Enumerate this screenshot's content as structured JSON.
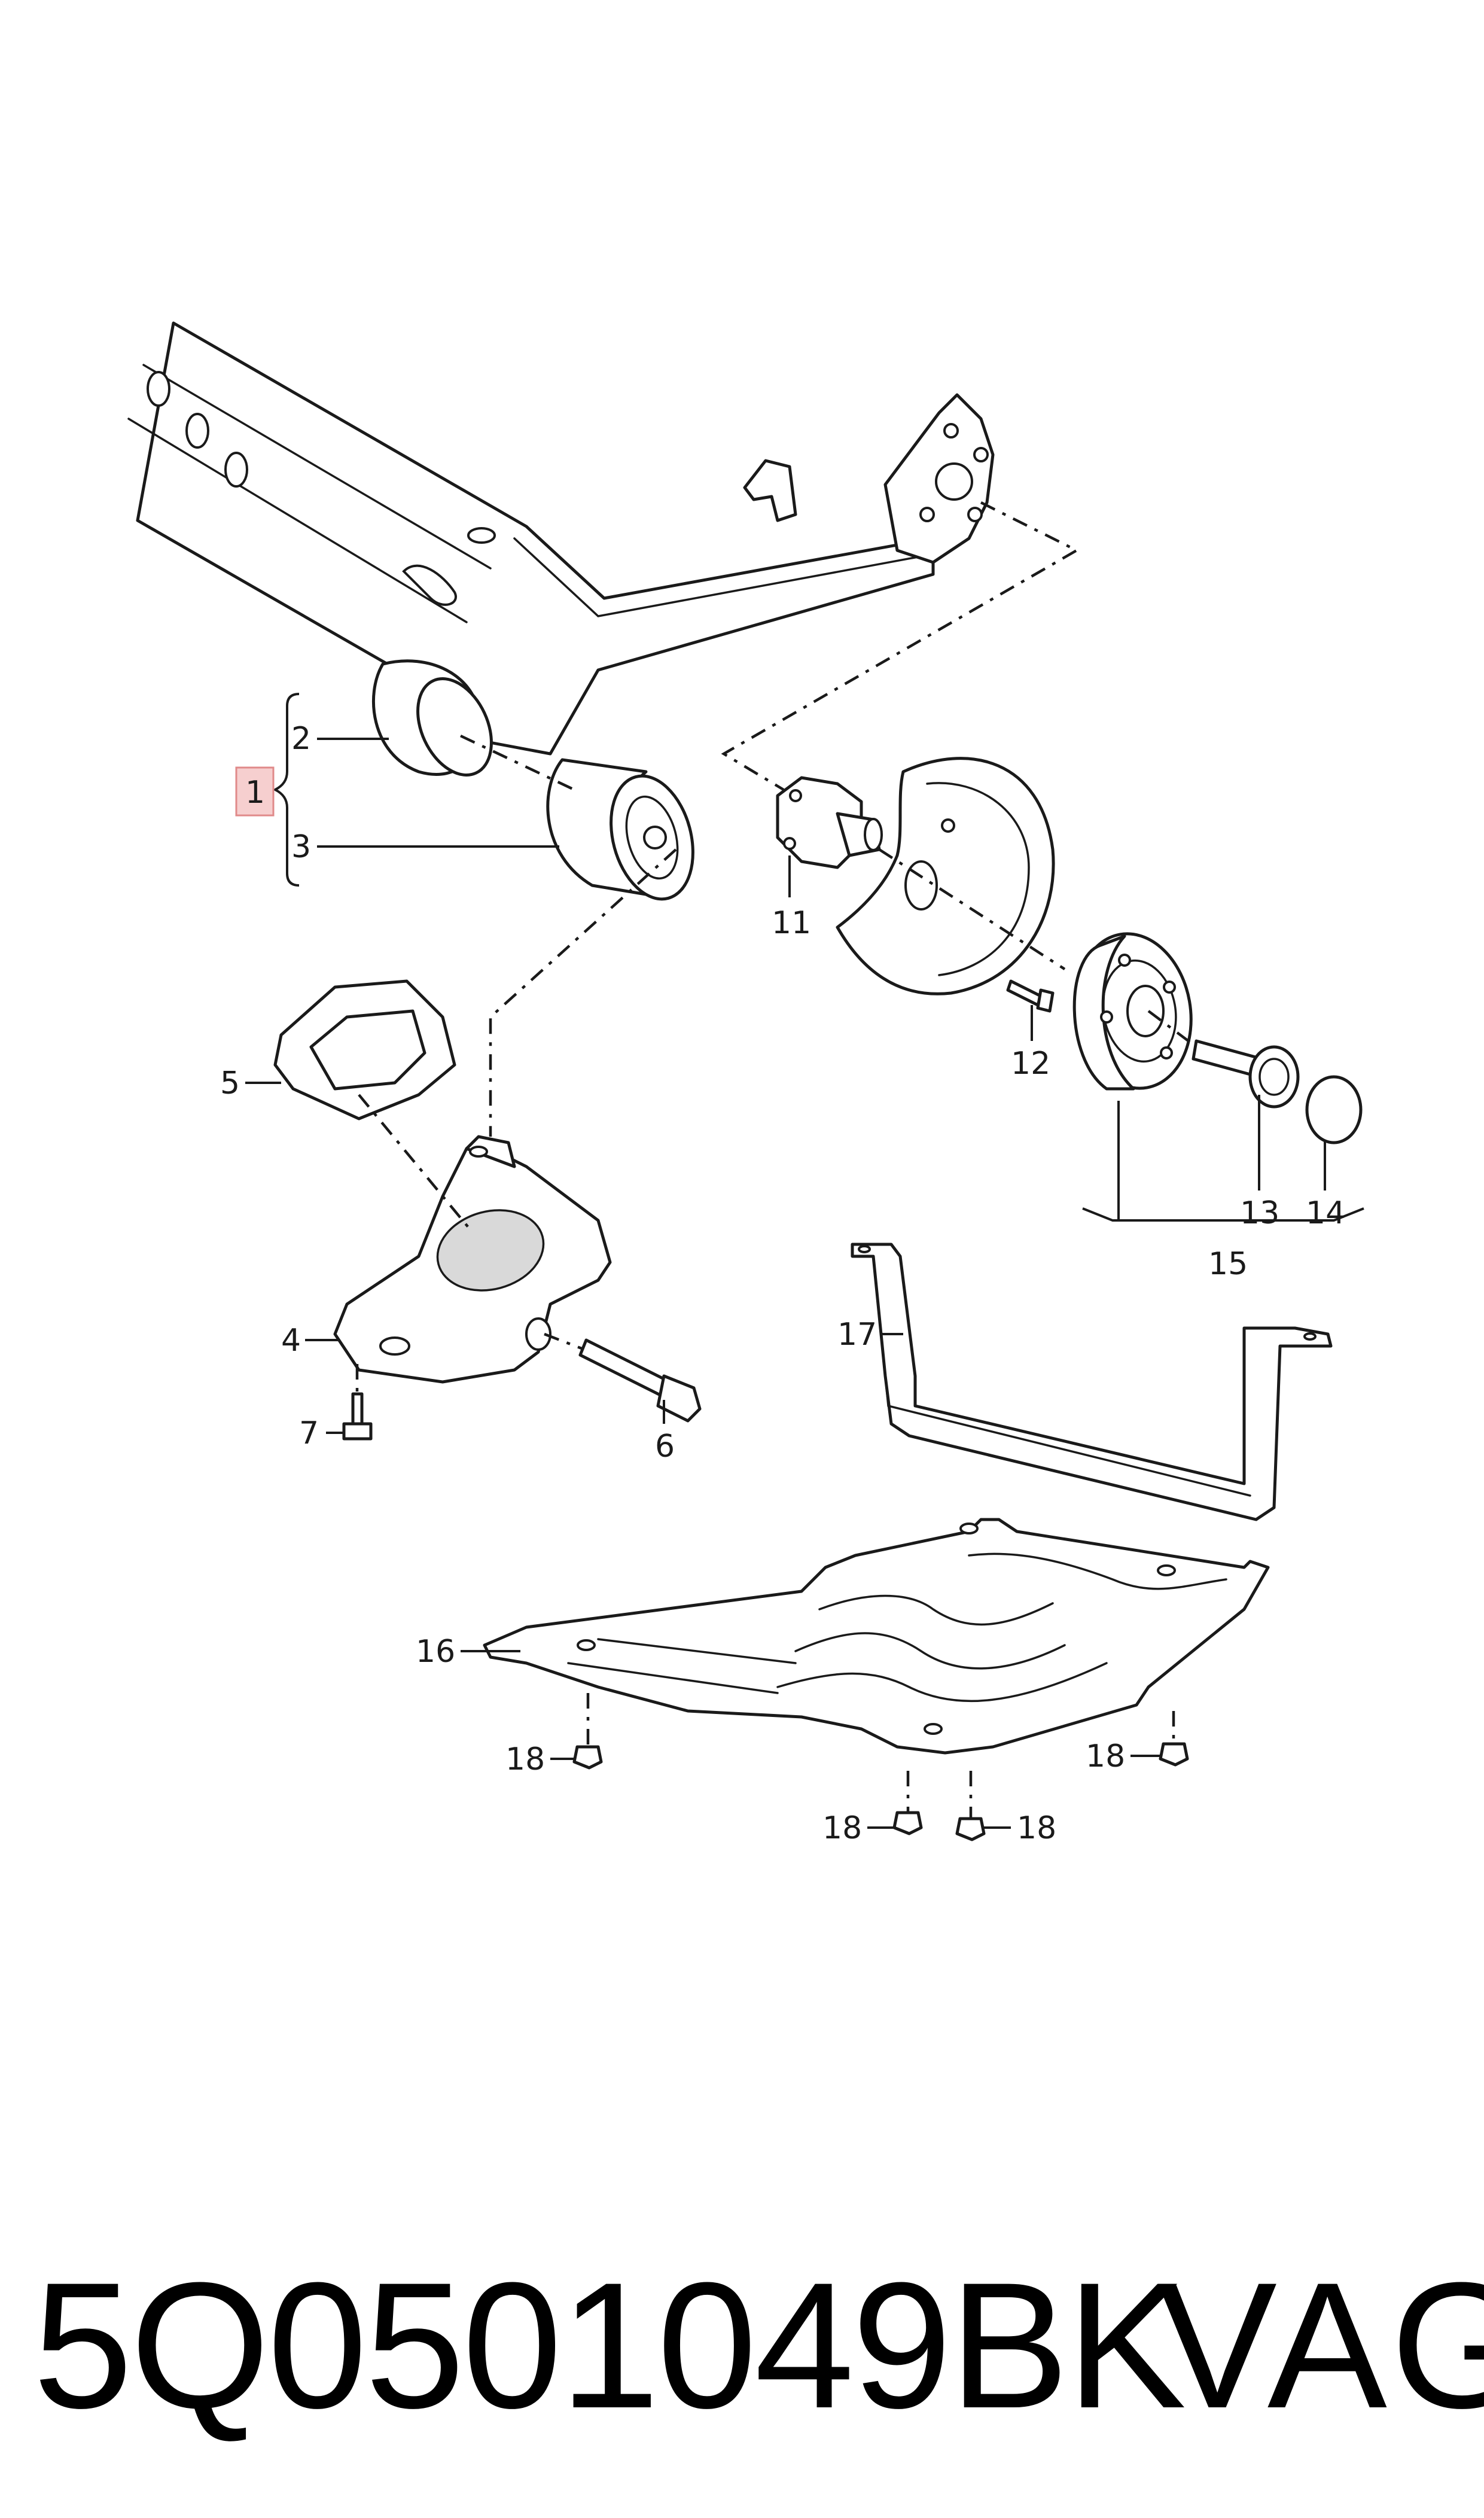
{
  "callouts": {
    "c1": "1",
    "c2": "2",
    "c3": "3",
    "c4": "4",
    "c5": "5",
    "c6": "6",
    "c7": "7",
    "c11": "11",
    "c12": "12",
    "c13": "13",
    "c14": "14",
    "c15": "15",
    "c16": "16",
    "c17": "17",
    "c18a": "18",
    "c18b": "18",
    "c18c": "18",
    "c18d": "18"
  },
  "footer": {
    "part_number": "5Q0501049BK",
    "brand": "VAG"
  },
  "colors": {
    "line": "#1a1a1a",
    "highlight_fill": "#f6cfcf",
    "highlight_border": "#e08a8a",
    "background": "#ffffff"
  }
}
